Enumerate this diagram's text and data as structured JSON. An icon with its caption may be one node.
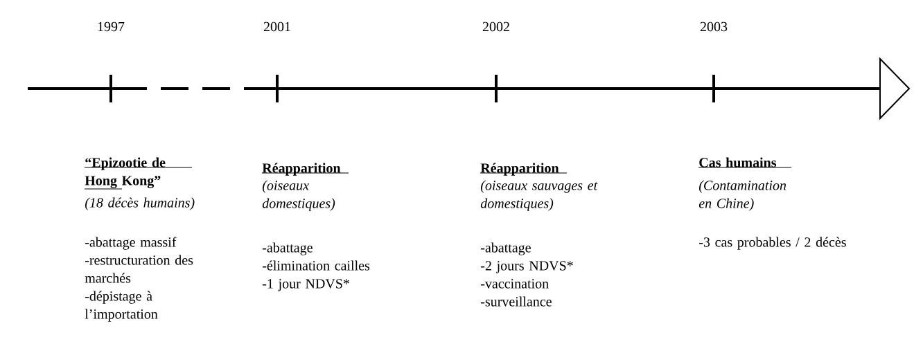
{
  "diagram": {
    "labels": [
      "1997",
      "2001",
      "2002",
      "2003",
      "“Epizootie de Hong Kong”",
      "(18 décès humains)",
      "-abattage massif",
      "-restructuration des marchés",
      "-dépistage à l’importation",
      "Réapparition",
      "(oiseaux domestiques)",
      "-abattage",
      "-élimination cailles",
      "-1 jour NDVS*",
      "Réapparition",
      "(oiseaux sauvages et domestiques)",
      "-abattage",
      "-2 jours NDVS*",
      "-vaccination",
      "-surveillance",
      "Cas humains",
      "(Contamination en Chine)",
      "-3 cas probables / 2 décès"
    ]
  }
}
